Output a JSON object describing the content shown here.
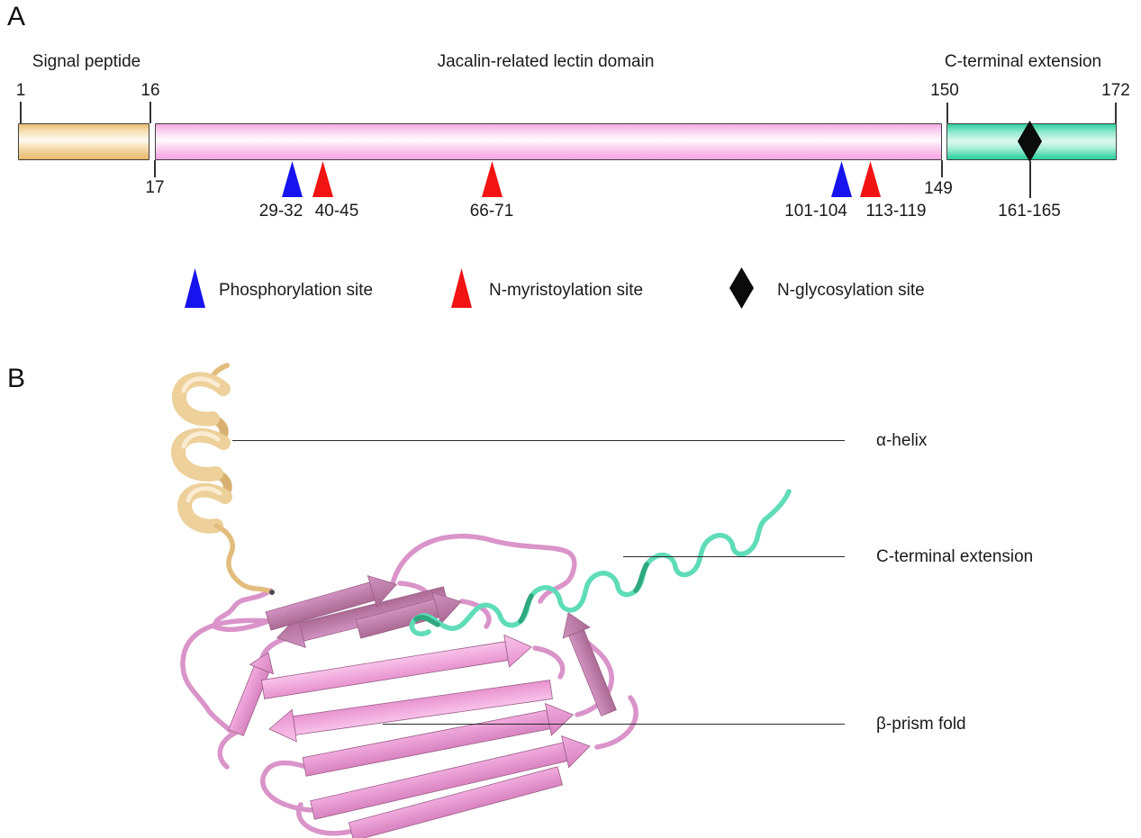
{
  "panels": {
    "a": "A",
    "b": "B"
  },
  "panel_a": {
    "domains": [
      {
        "name": "Signal peptide",
        "start": "1",
        "end": "16",
        "bar_color": "#eec178"
      },
      {
        "name": "Jacalin-related lectin domain",
        "start": "17",
        "end": "149",
        "bar_color": "#f8ace5"
      },
      {
        "name": "C-terminal extension",
        "start": "150",
        "end": "172",
        "bar_color": "#35d1a1"
      }
    ],
    "sites": [
      {
        "range": "29-32",
        "type": "Phosphorylation site",
        "marker": "triangle",
        "color": "#1613ee"
      },
      {
        "range": "40-45",
        "type": "N-myristoylation site",
        "marker": "triangle",
        "color": "#f21313"
      },
      {
        "range": "66-71",
        "type": "N-myristoylation site",
        "marker": "triangle",
        "color": "#f21313"
      },
      {
        "range": "101-104",
        "type": "Phosphorylation site",
        "marker": "triangle",
        "color": "#1613ee"
      },
      {
        "range": "113-119",
        "type": "N-myristoylation site",
        "marker": "triangle",
        "color": "#f21313"
      },
      {
        "range": "161-165",
        "type": "N-glycosylation site",
        "marker": "diamond",
        "color": "#0b0b0b"
      }
    ],
    "legend": [
      {
        "label": "Phosphorylation site",
        "marker": "triangle",
        "color": "#1613ee"
      },
      {
        "label": "N-myristoylation site",
        "marker": "triangle",
        "color": "#f21313"
      },
      {
        "label": "N-glycosylation site",
        "marker": "diamond",
        "color": "#0b0b0b"
      }
    ]
  },
  "panel_b": {
    "annotations": [
      {
        "label": "α-helix"
      },
      {
        "label": "C-terminal extension"
      },
      {
        "label": "β-prism fold"
      }
    ],
    "structure_colors": {
      "alpha_helix": "#edd09a",
      "lectin_domain": "#ea9fd3",
      "c_terminal": "#5fdcb8"
    }
  }
}
